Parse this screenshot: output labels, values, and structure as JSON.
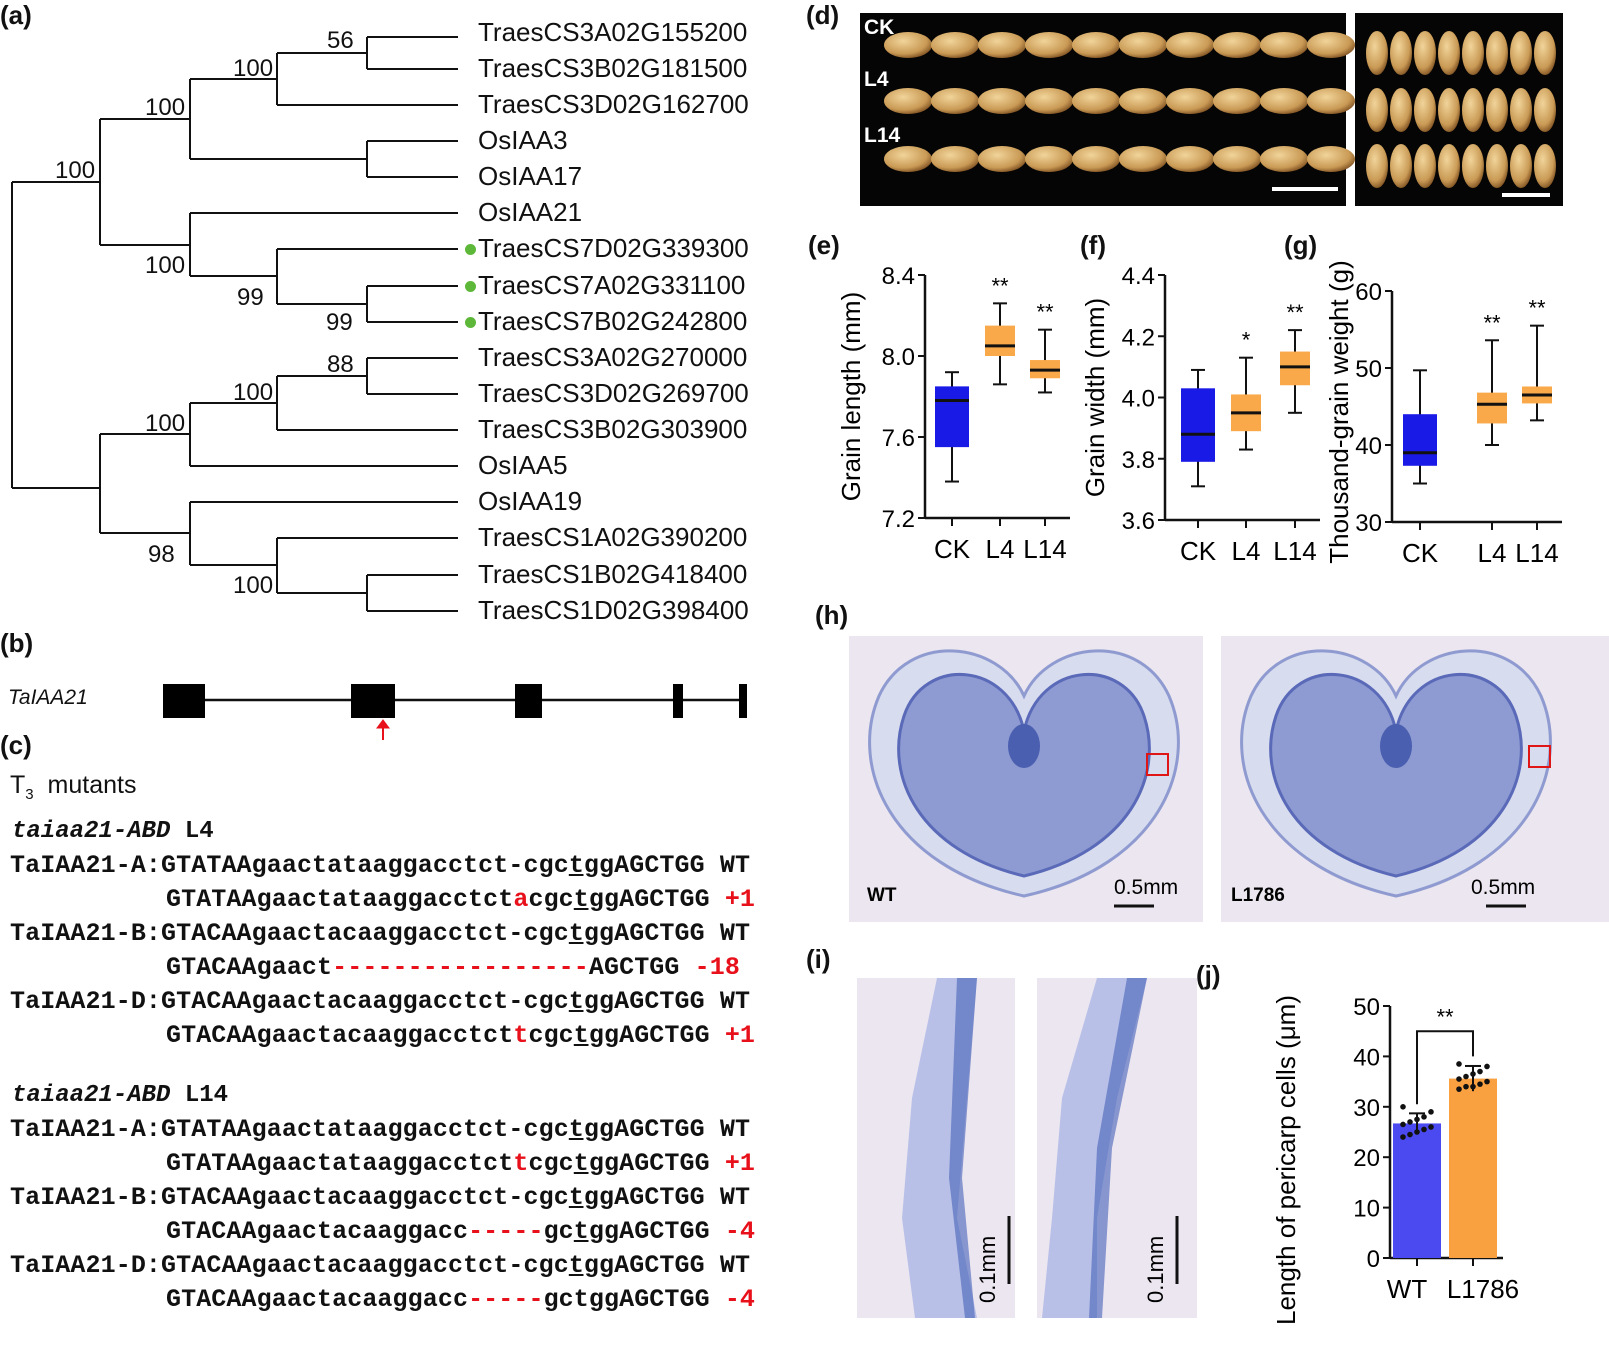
{
  "panel_labels": {
    "a": "(a)",
    "b": "(b)",
    "c": "(c)",
    "d": "(d)",
    "e": "(e)",
    "f": "(f)",
    "g": "(g)",
    "h": "(h)",
    "i": "(i)",
    "j": "(j)"
  },
  "tree": {
    "leaves": [
      "TraesCS3A02G155200",
      "TraesCS3B02G181500",
      "TraesCS3D02G162700",
      "OsIAA3",
      "OsIAA17",
      "OsIAA21",
      "TraesCS7D02G339300",
      "TraesCS7A02G331100",
      "TraesCS7B02G242800",
      "TraesCS3A02G270000",
      "TraesCS3D02G269700",
      "TraesCS3B02G303900",
      "OsIAA5",
      "OsIAA19",
      "TraesCS1A02G390200",
      "TraesCS1B02G418400",
      "TraesCS1D02G398400"
    ],
    "highlighted_leaves": [
      6,
      7,
      8
    ],
    "highlight_color": "#5db83a",
    "bootstrap": [
      "56",
      "100",
      "100",
      "100",
      "100",
      "99",
      "99",
      "88",
      "100",
      "100",
      "98",
      "100"
    ]
  },
  "gene": {
    "name": "TaIAA21",
    "exons": 5,
    "target_exon": 2,
    "arrow_color": "#e8101a"
  },
  "mutants": {
    "title_main": "T",
    "title_sub": "3",
    "title_rest": "mutants",
    "groups": [
      {
        "name_italic": "taiaa21-ABD",
        "line": "L4",
        "rows": [
          {
            "prefix": "TaIAA21-A:",
            "parts": [
              [
                "GTATAAgaactataaggacctct-cgc",
                ""
              ],
              [
                "tgg",
                "u"
              ],
              [
                "AGCTGG",
                ""
              ]
            ],
            "tag": "WT",
            "tagRed": false
          },
          {
            "prefix": "",
            "parts": [
              [
                "GTATAAgaactataaggacctct",
                ""
              ],
              [
                "a",
                "r"
              ],
              [
                "cgc",
                ""
              ],
              [
                "tgg",
                "u"
              ],
              [
                "AGCTGG",
                ""
              ]
            ],
            "tag": "+1",
            "tagRed": true
          },
          {
            "prefix": "TaIAA21-B:",
            "parts": [
              [
                "GTACAAgaactacaaggacctct-cgc",
                ""
              ],
              [
                "tgg",
                "u"
              ],
              [
                "AGCTGG",
                ""
              ]
            ],
            "tag": "WT",
            "tagRed": false
          },
          {
            "prefix": "",
            "parts": [
              [
                "GTACAAgaact",
                ""
              ],
              [
                "-----------------",
                "r"
              ],
              [
                "AGCTGG",
                ""
              ]
            ],
            "tag": "-18",
            "tagRed": true
          },
          {
            "prefix": "TaIAA21-D:",
            "parts": [
              [
                "GTACAAgaactacaaggacctct-cgc",
                ""
              ],
              [
                "tgg",
                "u"
              ],
              [
                "AGCTGG",
                ""
              ]
            ],
            "tag": "WT",
            "tagRed": false
          },
          {
            "prefix": "",
            "parts": [
              [
                "GTACAAgaactacaaggacctct",
                ""
              ],
              [
                "t",
                "r"
              ],
              [
                "cgc",
                ""
              ],
              [
                "tgg",
                "u"
              ],
              [
                "AGCTGG",
                ""
              ]
            ],
            "tag": "+1",
            "tagRed": true
          }
        ]
      },
      {
        "name_italic": "taiaa21-ABD",
        "line": "L14",
        "rows": [
          {
            "prefix": "TaIAA21-A:",
            "parts": [
              [
                "GTATAAgaactataaggacctct-cgc",
                ""
              ],
              [
                "tgg",
                "u"
              ],
              [
                "AGCTGG",
                ""
              ]
            ],
            "tag": "WT",
            "tagRed": false
          },
          {
            "prefix": "",
            "parts": [
              [
                "GTATAAgaactataaggacctct",
                ""
              ],
              [
                "t",
                "r"
              ],
              [
                "cgc",
                ""
              ],
              [
                "tgg",
                "u"
              ],
              [
                "AGCTGG",
                ""
              ]
            ],
            "tag": "+1",
            "tagRed": true
          },
          {
            "prefix": "TaIAA21-B:",
            "parts": [
              [
                "GTACAAgaactacaaggacctct-cgc",
                ""
              ],
              [
                "tgg",
                "u"
              ],
              [
                "AGCTGG",
                ""
              ]
            ],
            "tag": "WT",
            "tagRed": false
          },
          {
            "prefix": "",
            "parts": [
              [
                "GTACAAgaactacaaggacc",
                ""
              ],
              [
                "-----",
                "r"
              ],
              [
                "gc",
                ""
              ],
              [
                "tgg",
                "u"
              ],
              [
                "AGCTGG",
                ""
              ]
            ],
            "tag": "-4",
            "tagRed": true
          },
          {
            "prefix": "TaIAA21-D:",
            "parts": [
              [
                "GTACAAgaactacaaggacctct-cgc",
                ""
              ],
              [
                "tgg",
                "u"
              ],
              [
                "AGCTGG",
                ""
              ]
            ],
            "tag": "WT",
            "tagRed": false
          },
          {
            "prefix": "",
            "parts": [
              [
                "GTACAAgaactacaaggacc",
                ""
              ],
              [
                "-----",
                "r"
              ],
              [
                "gctggAGCTGG",
                ""
              ]
            ],
            "tag": "-4",
            "tagRed": true
          }
        ]
      }
    ]
  },
  "grains": {
    "rows": [
      "CK",
      "L4",
      "L14"
    ]
  },
  "sections": {
    "left_label": "WT",
    "right_label": "L1786",
    "scale": "0.5mm",
    "zoom_scale": "0.1mm"
  },
  "chart_data": [
    {
      "type": "box",
      "panel": "e",
      "ylabel": "Grain length (mm)",
      "categories": [
        "CK",
        "L4",
        "L14"
      ],
      "ylim": [
        7.2,
        8.4
      ],
      "yticks": [
        "7.2",
        "7.6",
        "8.0",
        "8.4"
      ],
      "boxes": [
        {
          "min": 7.38,
          "q1": 7.55,
          "median": 7.78,
          "q3": 7.85,
          "max": 7.92,
          "sig": ""
        },
        {
          "min": 7.86,
          "q1": 8.0,
          "median": 8.05,
          "q3": 8.15,
          "max": 8.26,
          "sig": "**"
        },
        {
          "min": 7.82,
          "q1": 7.89,
          "median": 7.93,
          "q3": 7.98,
          "max": 8.13,
          "sig": "**"
        }
      ]
    },
    {
      "type": "box",
      "panel": "f",
      "ylabel": "Grain width (mm)",
      "categories": [
        "CK",
        "L4",
        "L14"
      ],
      "ylim": [
        3.6,
        4.4
      ],
      "yticks": [
        "3.6",
        "3.8",
        "4.0",
        "4.2",
        "4.4"
      ],
      "boxes": [
        {
          "min": 3.71,
          "q1": 3.79,
          "median": 3.88,
          "q3": 4.03,
          "max": 4.09,
          "sig": ""
        },
        {
          "min": 3.83,
          "q1": 3.89,
          "median": 3.95,
          "q3": 4.01,
          "max": 4.13,
          "sig": "*"
        },
        {
          "min": 3.95,
          "q1": 4.04,
          "median": 4.1,
          "q3": 4.15,
          "max": 4.22,
          "sig": "**"
        }
      ]
    },
    {
      "type": "box",
      "panel": "g",
      "ylabel": "Thousand-grain weight (g)",
      "categories": [
        "CK",
        "L4",
        "L14"
      ],
      "ylim": [
        30,
        60
      ],
      "yticks": [
        "30",
        "40",
        "50",
        "60"
      ],
      "boxes": [
        {
          "min": 35,
          "q1": 37.3,
          "median": 39,
          "q3": 44,
          "max": 49.7,
          "sig": ""
        },
        {
          "min": 40,
          "q1": 42.8,
          "median": 45.3,
          "q3": 46.8,
          "max": 53.6,
          "sig": "**"
        },
        {
          "min": 43.2,
          "q1": 45.4,
          "median": 46.5,
          "q3": 47.6,
          "max": 55.5,
          "sig": "**"
        }
      ]
    },
    {
      "type": "bar",
      "panel": "j",
      "ylabel": "Length of pericarp cells (μm)",
      "categories": [
        "WT",
        "L1786"
      ],
      "values": [
        26.7,
        35.6
      ],
      "errors": [
        2.0,
        2.5
      ],
      "ylim": [
        0,
        50
      ],
      "yticks": [
        "0",
        "10",
        "20",
        "30",
        "40",
        "50"
      ],
      "sig": "**",
      "points": [
        [
          24,
          24.5,
          25,
          25.5,
          26,
          26.5,
          27,
          27.5,
          28,
          29,
          30
        ],
        [
          33.5,
          34,
          34,
          34.5,
          35,
          35.5,
          36,
          36.5,
          37,
          38,
          38.5
        ]
      ]
    }
  ],
  "colors": {
    "ck": "#1a1ae6",
    "mutant": "#f9a84a",
    "bar_wt": "#4a4af0",
    "bar_mut": "#f9a040"
  }
}
